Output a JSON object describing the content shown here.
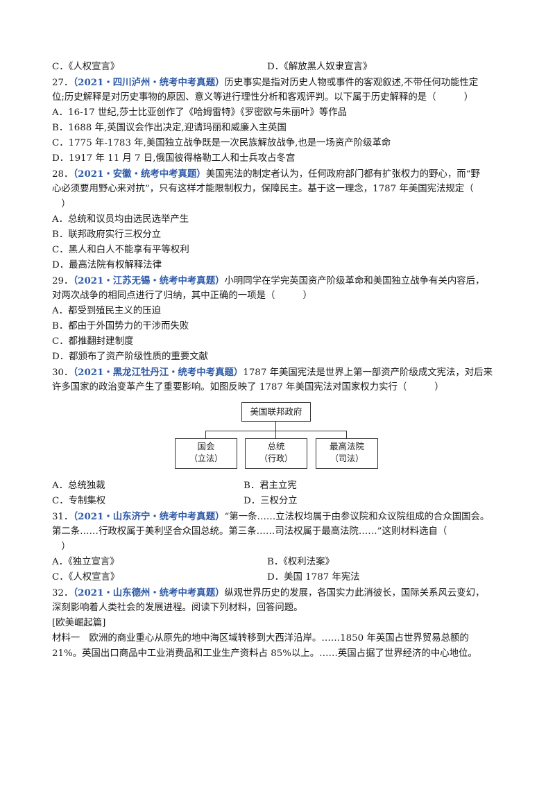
{
  "pre": {
    "optC": "C．《人权宣言》",
    "optD": "D．《解放黑人奴隶宣言》"
  },
  "q27": {
    "num": "27．",
    "src": "（2021・四川泸州・统考中考真题）",
    "line1": "历史事实是指对历史人物或事件的客观叙述,不带任何功能性定",
    "line2": "位;历史解释是对历史事物的原因、意义等进行理性分析和客观评判。以下属于历史解释的是（　　　）",
    "options": [
      "A．16-17 世纪,莎士比亚创作了《哈姆雷特》《罗密欧与朱丽叶》等作品",
      "B．1688 年,英国议会作出决定,迎请玛丽和威廉入主英国",
      "C．1775 年-1783 年,美国独立战争既是一次民族解放战争,也是一场资产阶级革命",
      "D．1917 年 11 月 7 日,俄国彼得格勒工人和士兵攻占冬宫"
    ]
  },
  "q28": {
    "num": "28．",
    "src": "（2021・安徽・统考中考真题）",
    "line1": "美国宪法的制定者认为，任何政府部门都有扩张权力的野心，而“野",
    "line2": "心必须要用野心来对抗”，只有这样才能限制权力，保障民主。基于这一理念，1787 年美国宪法规定（",
    "line3": "　）",
    "options": [
      "A．总统和议员均由选民选举产生",
      "B．联邦政府实行三权分立",
      "C．黑人和白人不能享有平等权利",
      "D．最高法院有权解释法律"
    ]
  },
  "q29": {
    "num": "29．",
    "src": "（2021・江苏无锡・统考中考真题）",
    "line1": "小明同学在学完英国资产阶级革命和美国独立战争有关内容后，",
    "line2": "对两次战争的相同点进行了归纳，其中正确的一项是（　　　）",
    "options": [
      "A．都受到殖民主义的压迫",
      "B．都由于外国势力的干涉而失败",
      "C．都推翻封建制度",
      "D．都颁布了资产阶级性质的重要文献"
    ]
  },
  "q30": {
    "num": "30．",
    "src": "（2021・黑龙江牡丹江・统考中考真题）",
    "line1": "1787 年美国宪法是世界上第一部资产阶级成文宪法，对后来",
    "line2": "许多国家的政治变革产生了重要影响。如图反映了 1787 年美国宪法对国家权力实行（　　　）",
    "diagram": {
      "top": "美国联邦政府",
      "boxes": [
        {
          "main": "国会",
          "sub": "（立法）"
        },
        {
          "main": "总统",
          "sub": "（行政）"
        },
        {
          "main": "最高法院",
          "sub": "（司法）"
        }
      ]
    },
    "optA": "A．总统独裁",
    "optB": "B．君主立宪",
    "optC": "C．专制集权",
    "optD": "D．三权分立"
  },
  "q31": {
    "num": "31．",
    "src": "（2021・山东济宁・统考中考真题）",
    "line1": "“第一条……立法权均属于由参议院和众议院组成的合众国国会。",
    "line2": "第二条……行政权属于美利坚合众国总统。第三条……司法权属于最高法院……”这则材料选自（",
    "line3": "　）",
    "optA": "A．《独立宣言》",
    "optB": "B．《权利法案》",
    "optC": "C．《人权宣言》",
    "optD": "D．美国 1787 年宪法"
  },
  "q32": {
    "num": "32．",
    "src": "（2021・山东德州・统考中考真题）",
    "line1": "纵观世界历史的发展，各国实力此消彼长，国际关系风云变幻，",
    "line2": "深刻影响着人类社会的发展进程。阅读下列材料，回答问题。",
    "section": "[欧美崛起篇]",
    "mat1": "材料一　欧洲的商业重心从原先的地中海区域转移到大西洋沿岸。……1850 年英国占世界贸易总额的",
    "mat2": "21%。英国出口商品中工业消费品和工业生产资料占 85%以上。……英国占据了世界经济的中心地位。"
  }
}
